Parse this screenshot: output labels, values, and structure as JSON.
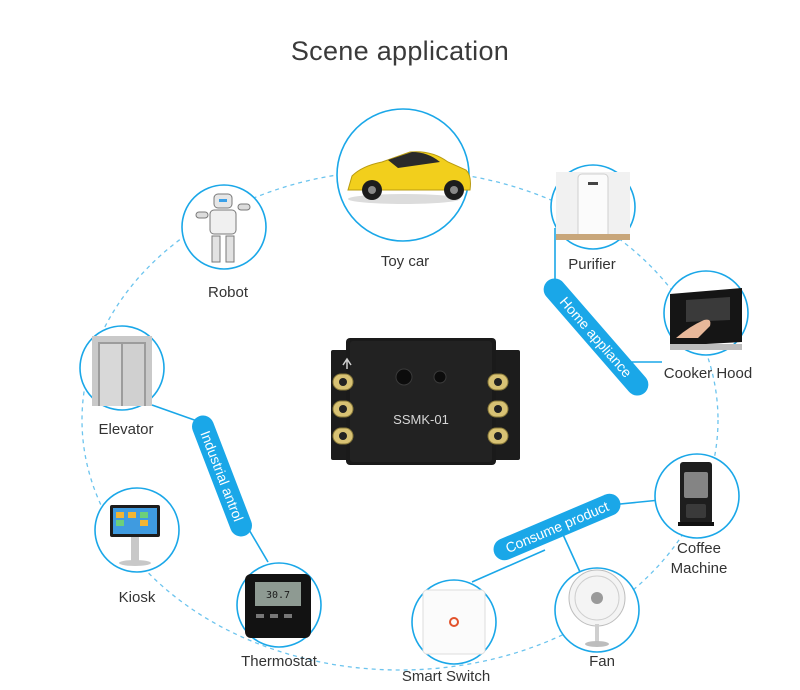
{
  "title": "Scene application",
  "colors": {
    "accent": "#1aa7e8",
    "ring": "#6cc4ee"
  },
  "device": {
    "label": "SSMK-01"
  },
  "nodes": [
    {
      "label": "Toy car",
      "icon": "toy-car-icon"
    },
    {
      "label": "Purifier",
      "icon": "air-purifier-icon"
    },
    {
      "label": "Cooker Hood",
      "icon": "cooker-hood-icon"
    },
    {
      "label": "Coffee\nMachine",
      "icon": "coffee-machine-icon"
    },
    {
      "label": "Fan",
      "icon": "fan-icon"
    },
    {
      "label": "Smart Switch",
      "icon": "smart-switch-icon"
    },
    {
      "label": "Thermostat",
      "icon": "thermostat-icon"
    },
    {
      "label": "Kiosk",
      "icon": "kiosk-icon"
    },
    {
      "label": "Elevator",
      "icon": "elevator-icon"
    },
    {
      "label": "Robot",
      "icon": "robot-icon"
    }
  ],
  "categories": [
    {
      "label": "Home appliance"
    },
    {
      "label": "Consume product"
    },
    {
      "label": "Industrial antrol"
    }
  ]
}
